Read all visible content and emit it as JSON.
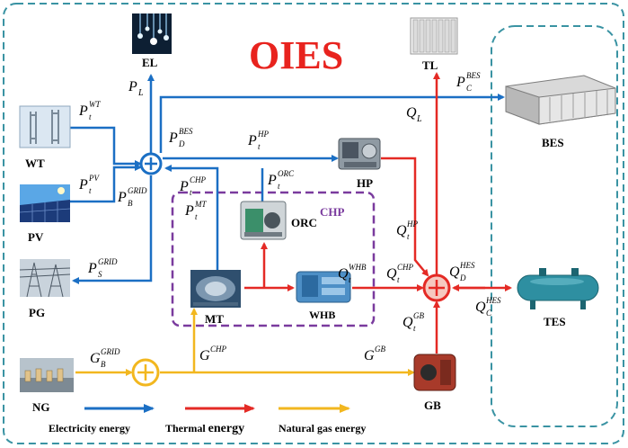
{
  "title": "OIES",
  "colors": {
    "electric": "#1b6fc4",
    "thermal": "#e42a25",
    "gas": "#f2b71f",
    "frame": "#3a93a3",
    "chp": "#7a3b9e",
    "title": "#e8231e"
  },
  "nodes": {
    "el": "EL",
    "tl": "TL",
    "bes": "BES",
    "wt": "WT",
    "pv": "PV",
    "pg": "PG",
    "ng": "NG",
    "hp": "HP",
    "orc": "ORC",
    "chp": "CHP",
    "mt": "MT",
    "whb": "WHB",
    "tes": "TES",
    "gb": "GB"
  },
  "variables": {
    "pl": {
      "base": "P",
      "sub": "L",
      "sup": ""
    },
    "pwt": {
      "base": "P",
      "sub": "t",
      "sup": "WT"
    },
    "ppv": {
      "base": "P",
      "sub": "t",
      "sup": "PV"
    },
    "pbgrid": {
      "base": "P",
      "sub": "B",
      "sup": "GRID"
    },
    "psgrid": {
      "base": "P",
      "sub": "S",
      "sup": "GRID"
    },
    "pdbes": {
      "base": "P",
      "sub": "D",
      "sup": "BES"
    },
    "phpt": {
      "base": "P",
      "sub": "t",
      "sup": "HP"
    },
    "porc": {
      "base": "P",
      "sub": "t",
      "sup": "ORC"
    },
    "pchp": {
      "base": "P",
      "sub": "t",
      "sup": "CHP"
    },
    "pmt": {
      "base": "P",
      "sub": "t",
      "sup": "MT"
    },
    "pcbes": {
      "base": "P",
      "sub": "C",
      "sup": "BES"
    },
    "ql": {
      "base": "Q",
      "sub": "L",
      "sup": ""
    },
    "qhp": {
      "base": "Q",
      "sub": "t",
      "sup": "HP"
    },
    "qwhb": {
      "base": "Q",
      "sub": "t",
      "sup": "WHB"
    },
    "qchp": {
      "base": "Q",
      "sub": "t",
      "sup": "CHP"
    },
    "qdhes": {
      "base": "Q",
      "sub": "D",
      "sup": "HES"
    },
    "qches": {
      "base": "Q",
      "sub": "C",
      "sup": "HES"
    },
    "qgb": {
      "base": "Q",
      "sub": "t",
      "sup": "GB"
    },
    "gbgrid": {
      "base": "G",
      "sub": "B",
      "sup": "GRID"
    },
    "gchp": {
      "base": "G",
      "sub": "",
      "sup": "CHP"
    },
    "ggb": {
      "base": "G",
      "sub": "",
      "sup": "GB"
    }
  },
  "legend": {
    "electric": "Electricity energy",
    "thermal_a": "Thermal ",
    "thermal_b": "energy",
    "gas": "Natural gas energy"
  }
}
